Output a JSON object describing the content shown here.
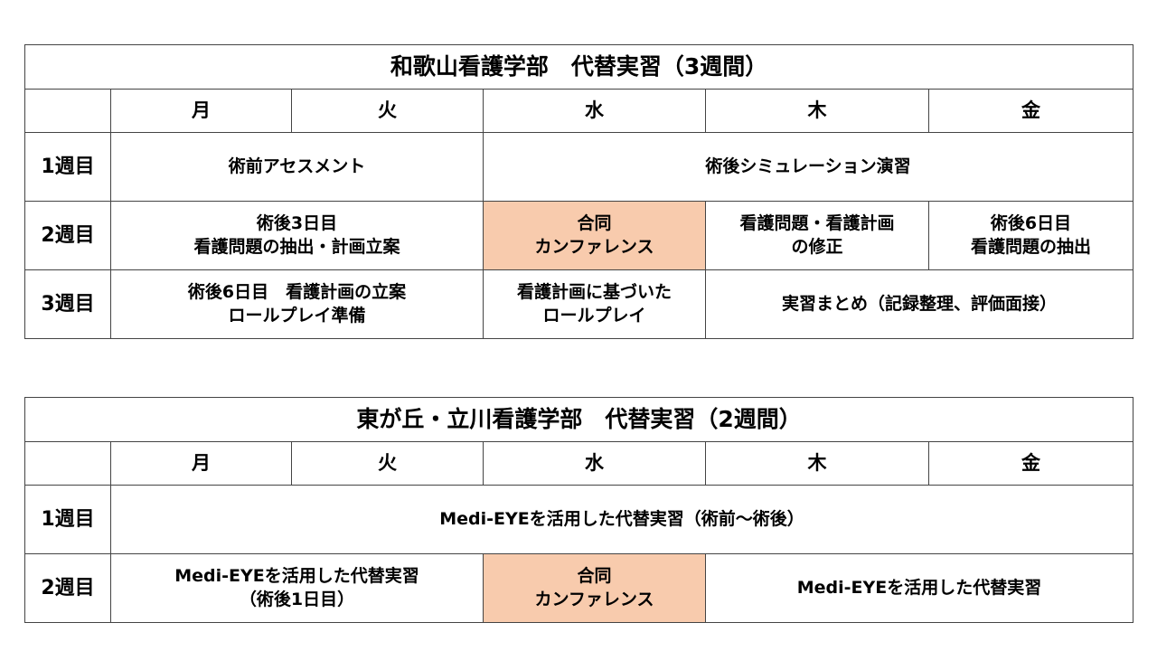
{
  "tables": [
    {
      "title": "和歌山看護学部　代替実習（3週間）",
      "days": [
        "月",
        "火",
        "水",
        "木",
        "金"
      ],
      "week1": {
        "label": "1週目",
        "cell_a": "術前アセスメント",
        "cell_b": "術後シミュレーション演習"
      },
      "week2": {
        "label": "2週目",
        "cell_a": [
          "術後3日目",
          "看護問題の抽出・計画立案"
        ],
        "cell_b": [
          "合同",
          "カンファレンス"
        ],
        "cell_c": [
          "看護問題・看護計画",
          "の修正"
        ],
        "cell_d": [
          "術後6日目",
          "看護問題の抽出"
        ]
      },
      "week3": {
        "label": "3週目",
        "cell_a": [
          "術後6日目　看護計画の立案",
          "ロールプレイ準備"
        ],
        "cell_b": [
          "看護計画に基づいた",
          "ロールプレイ"
        ],
        "cell_c": "実習まとめ（記録整理、評価面接）"
      }
    },
    {
      "title": "東が丘・立川看護学部　代替実習（2週間）",
      "days": [
        "月",
        "火",
        "水",
        "木",
        "金"
      ],
      "week1": {
        "label": "1週目",
        "cell_a": "Medi-EYEを活用した代替実習（術前～術後）"
      },
      "week2": {
        "label": "2週目",
        "cell_a": [
          "Medi-EYEを活用した代替実習",
          "（術後1日目）"
        ],
        "cell_b": [
          "合同",
          "カンファレンス"
        ],
        "cell_c": "Medi-EYEを活用した代替実習"
      }
    }
  ],
  "colors": {
    "highlight": "#f8cbad",
    "border": "#444444"
  }
}
